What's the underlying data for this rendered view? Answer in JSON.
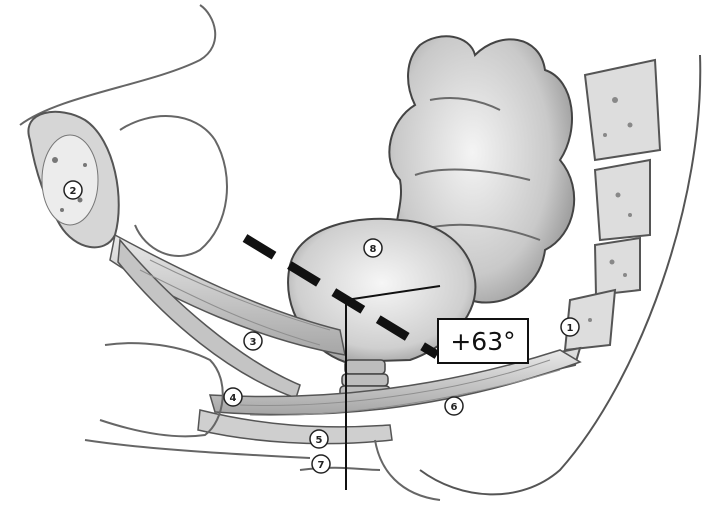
{
  "figure": {
    "angle_label": "+63°",
    "markers": [
      {
        "id": "1",
        "label": "1"
      },
      {
        "id": "2",
        "label": "2"
      },
      {
        "id": "3",
        "label": "3"
      },
      {
        "id": "4",
        "label": "4"
      },
      {
        "id": "5",
        "label": "5"
      },
      {
        "id": "6",
        "label": "6"
      },
      {
        "id": "7",
        "label": "7"
      },
      {
        "id": "8",
        "label": "8"
      }
    ],
    "colors": {
      "ink": "#111111",
      "pencil": "#555555",
      "shade": "#b9b9b9",
      "paper": "#ffffff"
    }
  }
}
